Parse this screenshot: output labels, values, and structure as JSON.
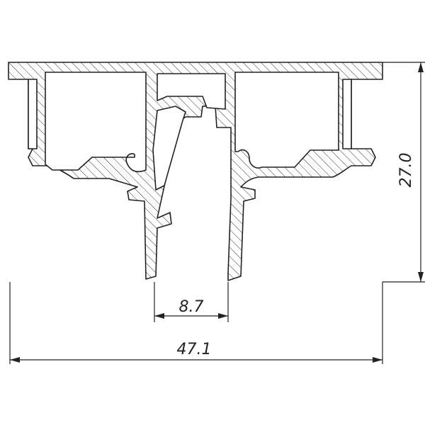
{
  "drawing": {
    "type": "aluminium profile cross-section",
    "colors": {
      "line": "#222222",
      "background": "#ffffff"
    },
    "dimensions": {
      "overall_width": "47.1",
      "overall_height": "27.0",
      "slot_width": "8.7"
    }
  }
}
